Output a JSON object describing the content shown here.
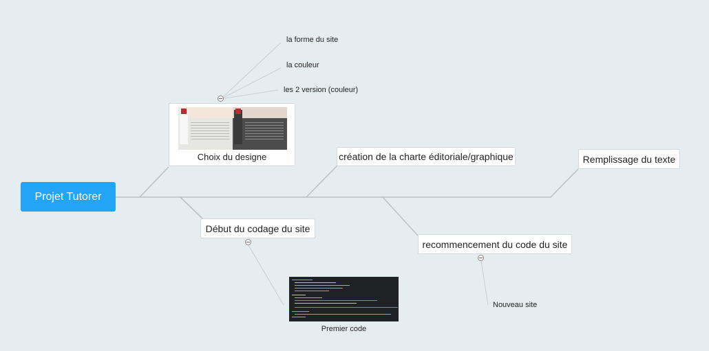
{
  "root": {
    "label": "Projet Tutorer"
  },
  "nodes": {
    "design": {
      "label": "Choix du designe",
      "image_icon": "website-mockup-thumbnail"
    },
    "charte": {
      "label": "création de la charte éditoriale/graphique"
    },
    "remplissage": {
      "label": "Remplissage du texte"
    },
    "codage": {
      "label": "Début du codage du site"
    },
    "recommencement": {
      "label": "recommencement du code du site"
    }
  },
  "design_children": [
    "la forme du site",
    "la couleur",
    "les 2 version (couleur)"
  ],
  "codage_child": {
    "label": "Premier code",
    "image_icon": "code-editor-screenshot"
  },
  "recommencement_child": {
    "label": "Nouveau site"
  },
  "colors": {
    "background": "#e6edf1",
    "root": "#22a5f7",
    "line": "#b8c2c8"
  }
}
